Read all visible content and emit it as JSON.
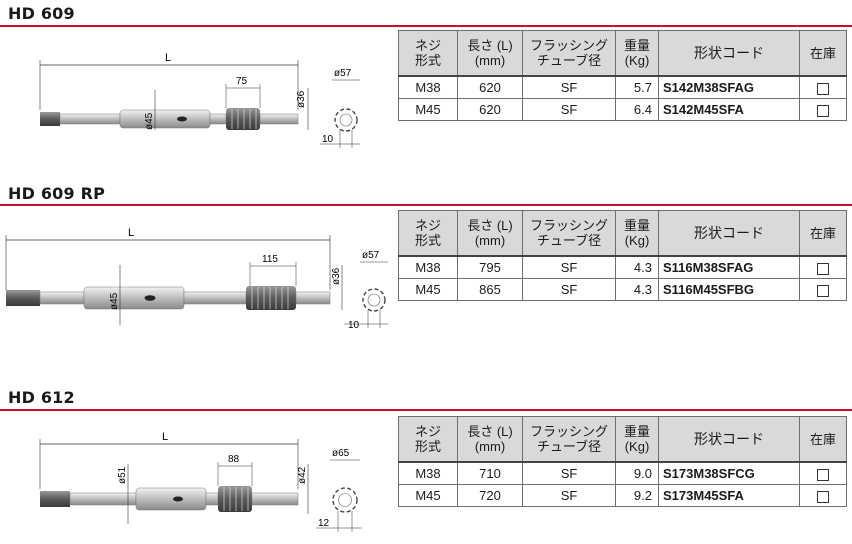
{
  "columns": {
    "thread": [
      "ネジ",
      "形式"
    ],
    "length": [
      "長さ (L)",
      "(mm)"
    ],
    "flushing": [
      "フラッシング",
      "チューブ径"
    ],
    "weight": [
      "重量",
      "(Kg)"
    ],
    "code": "形状コード",
    "stock": "在庫"
  },
  "sections": [
    {
      "title": "HD 609",
      "dims": {
        "L": "L",
        "body": "ø45",
        "spline_len": "75",
        "shank": "ø36",
        "end": "ø57",
        "stub": "10"
      },
      "rows": [
        {
          "thread": "M38",
          "length": "620",
          "flushing": "SF",
          "weight": "5.7",
          "code": "S142M38SFAG",
          "stock": "□"
        },
        {
          "thread": "M45",
          "length": "620",
          "flushing": "SF",
          "weight": "6.4",
          "code": "S142M45SFA",
          "stock": "□"
        }
      ]
    },
    {
      "title": "HD 609 RP",
      "dims": {
        "L": "L",
        "body": "ø45",
        "spline_len": "115",
        "shank": "ø36",
        "end": "ø57",
        "stub": "10"
      },
      "rows": [
        {
          "thread": "M38",
          "length": "795",
          "flushing": "SF",
          "weight": "4.3",
          "code": "S116M38SFAG",
          "stock": "□"
        },
        {
          "thread": "M45",
          "length": "865",
          "flushing": "SF",
          "weight": "4.3",
          "code": "S116M45SFBG",
          "stock": "□"
        }
      ]
    },
    {
      "title": "HD 612",
      "dims": {
        "L": "L",
        "body": "ø51",
        "spline_len": "88",
        "shank": "ø42",
        "end": "ø65",
        "stub": "12"
      },
      "rows": [
        {
          "thread": "M38",
          "length": "710",
          "flushing": "SF",
          "weight": "9.0",
          "code": "S173M38SFCG",
          "stock": "□"
        },
        {
          "thread": "M45",
          "length": "720",
          "flushing": "SF",
          "weight": "9.2",
          "code": "S173M45SFA",
          "stock": "□"
        }
      ]
    }
  ]
}
